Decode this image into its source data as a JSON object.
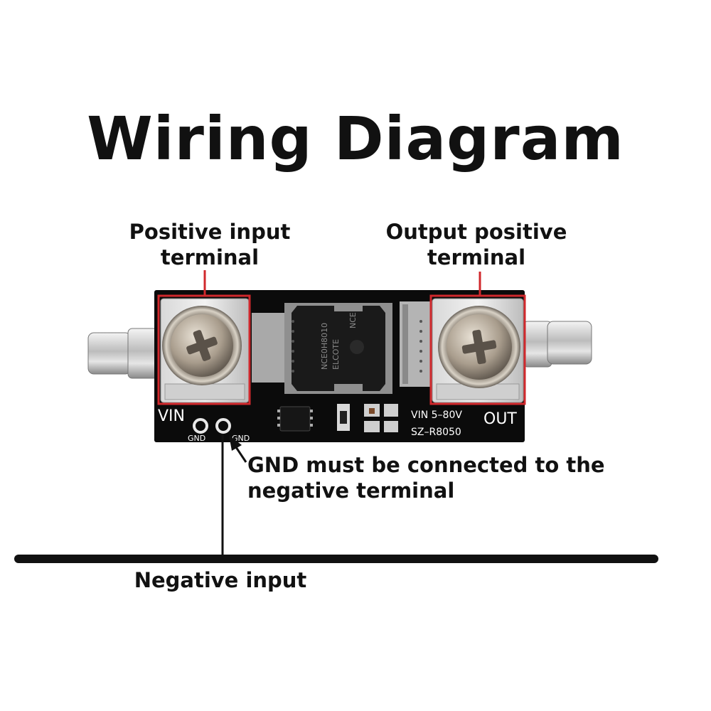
{
  "title": "Wiring Diagram",
  "labels": {
    "positive_input": [
      "Positive input",
      "terminal"
    ],
    "output_positive": [
      "Output positive",
      "terminal"
    ],
    "gnd_note": [
      "GND must be connected to the",
      "negative terminal"
    ],
    "negative_input": "Negative input"
  },
  "pcb": {
    "vin": "VIN",
    "out": "OUT",
    "gnd_left": "GND",
    "gnd_right": "GND",
    "spec_line1": "VIN  5–80V",
    "spec_line2": "SZ–R8050",
    "chip_text1": "NCE",
    "chip_text2": "NCE0H8010",
    "chip_text3": "ELCOTE"
  },
  "colors": {
    "highlight": "#d0282c",
    "board": "#0b0b0b",
    "line": "#111111"
  }
}
